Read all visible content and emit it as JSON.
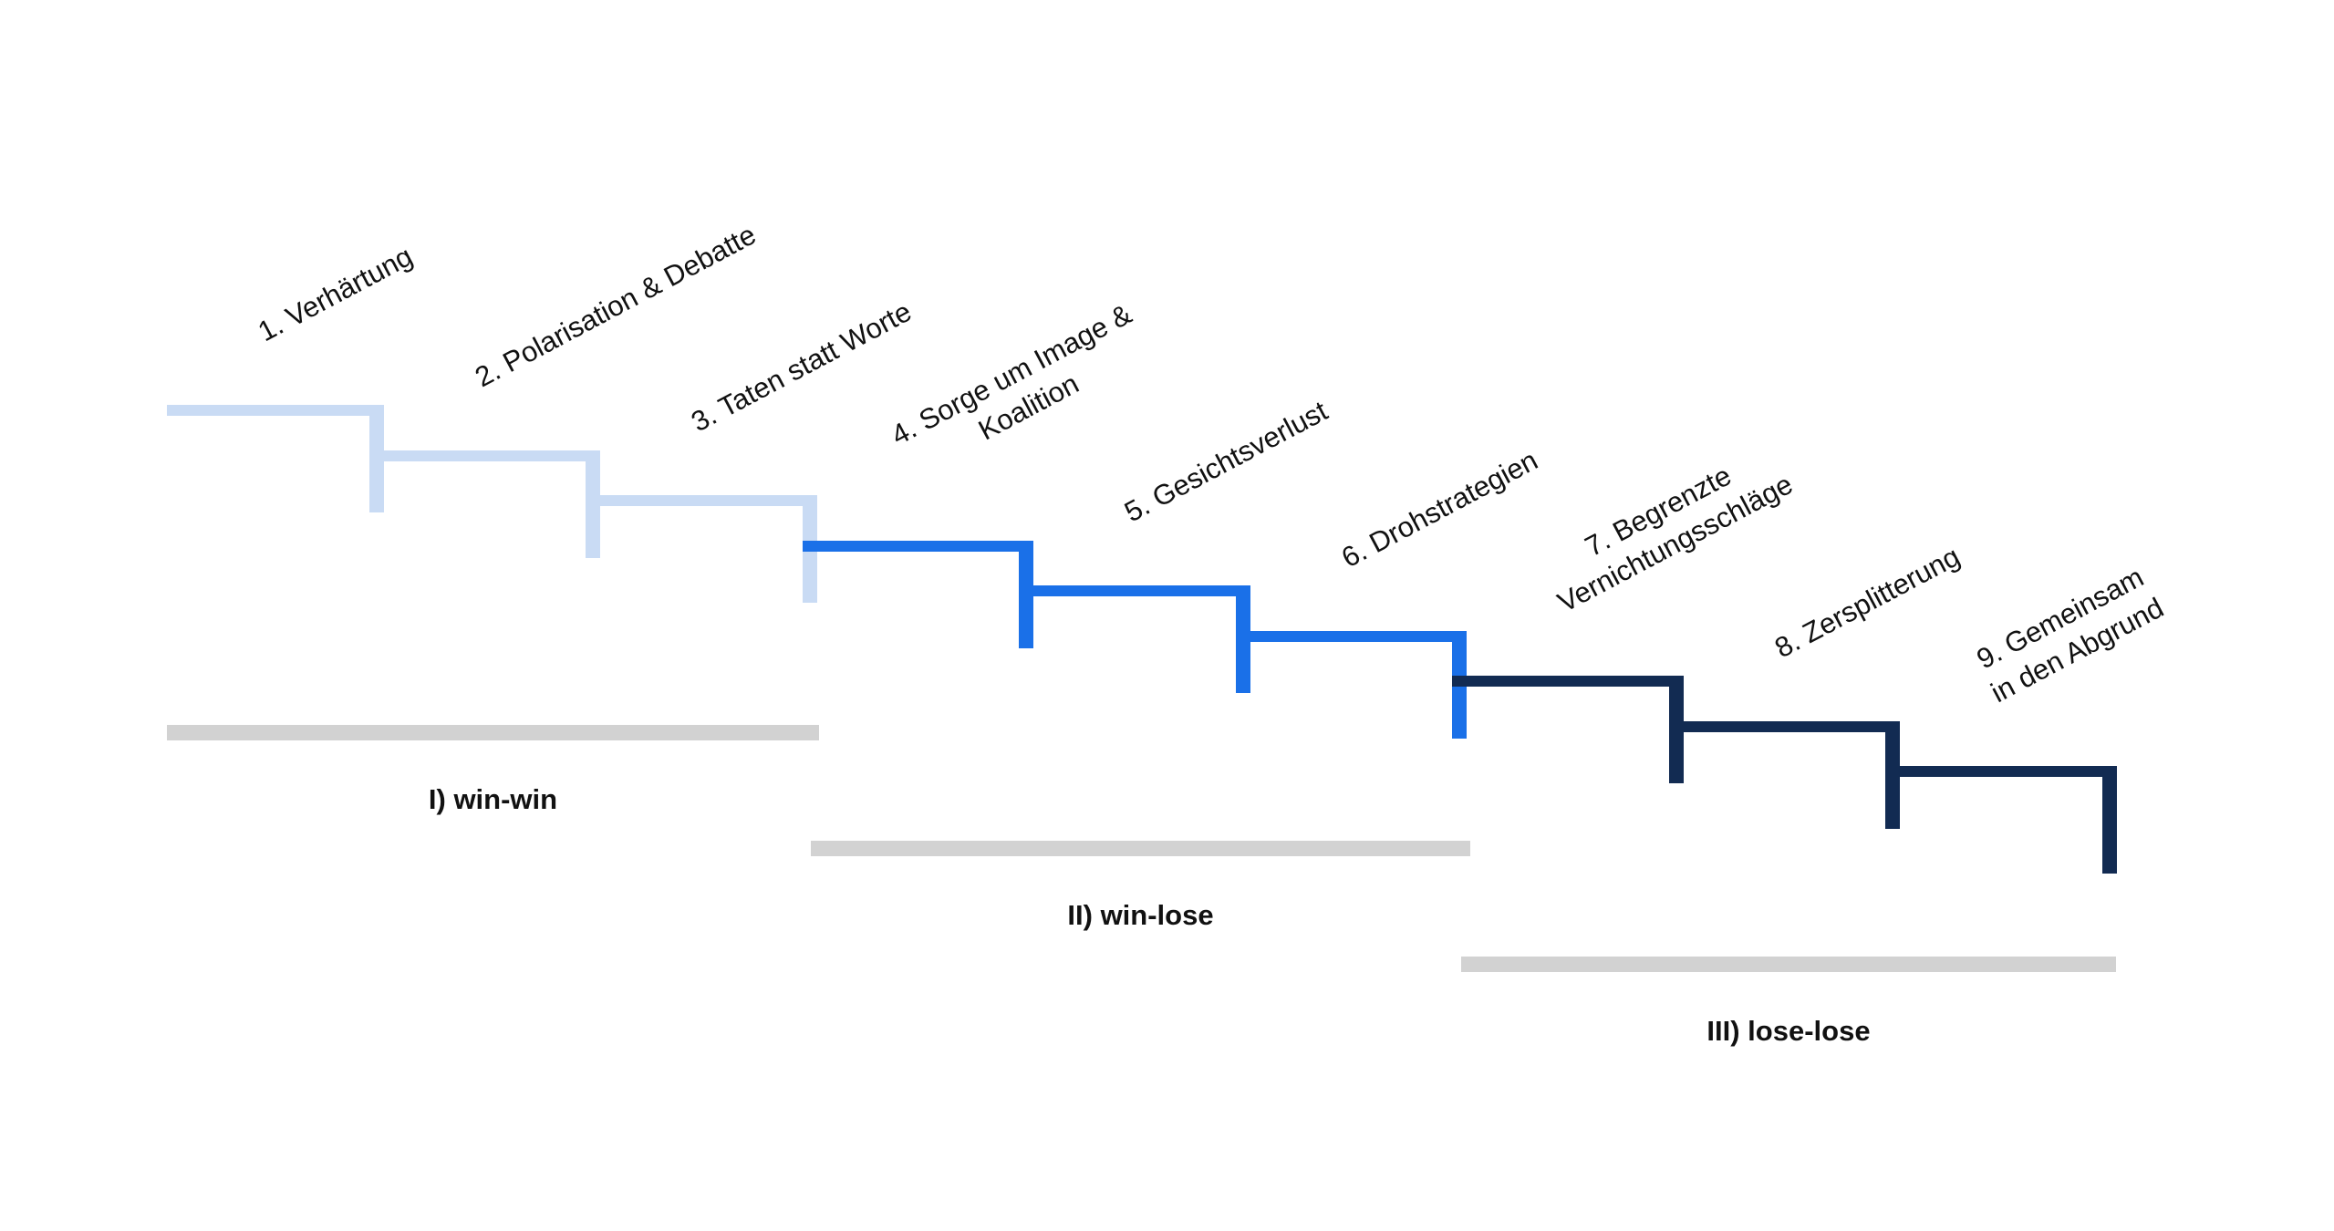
{
  "diagram": {
    "steps": [
      {
        "id": 1,
        "lines": [
          "1. Verhärtung"
        ],
        "phase": 0
      },
      {
        "id": 2,
        "lines": [
          "2. Polarisation & Debatte"
        ],
        "phase": 0
      },
      {
        "id": 3,
        "lines": [
          "3. Taten statt Worte"
        ],
        "phase": 0
      },
      {
        "id": 4,
        "lines": [
          "4. Sorge um Image &",
          "Koalition"
        ],
        "phase": 1
      },
      {
        "id": 5,
        "lines": [
          "5. Gesichtsverlust"
        ],
        "phase": 1
      },
      {
        "id": 6,
        "lines": [
          "6. Drohstrategien"
        ],
        "phase": 1
      },
      {
        "id": 7,
        "lines": [
          "7. Begrenzte",
          "Vernichtungsschläge"
        ],
        "phase": 2
      },
      {
        "id": 8,
        "lines": [
          "8. Zersplitterung"
        ],
        "phase": 2
      },
      {
        "id": 9,
        "lines": [
          "9. Gemeinsam",
          "in den Abgrund"
        ],
        "phase": 2
      }
    ],
    "phases": [
      {
        "label": "I) win-win",
        "step_color": "#c9dbf4"
      },
      {
        "label": "II) win-lose",
        "step_color": "#1a70e8"
      },
      {
        "label": "III) lose-lose",
        "step_color": "#122b52"
      }
    ],
    "colors": {
      "phase_bar": "#d2d2d2",
      "text": "#111111",
      "background": "#ffffff"
    }
  }
}
